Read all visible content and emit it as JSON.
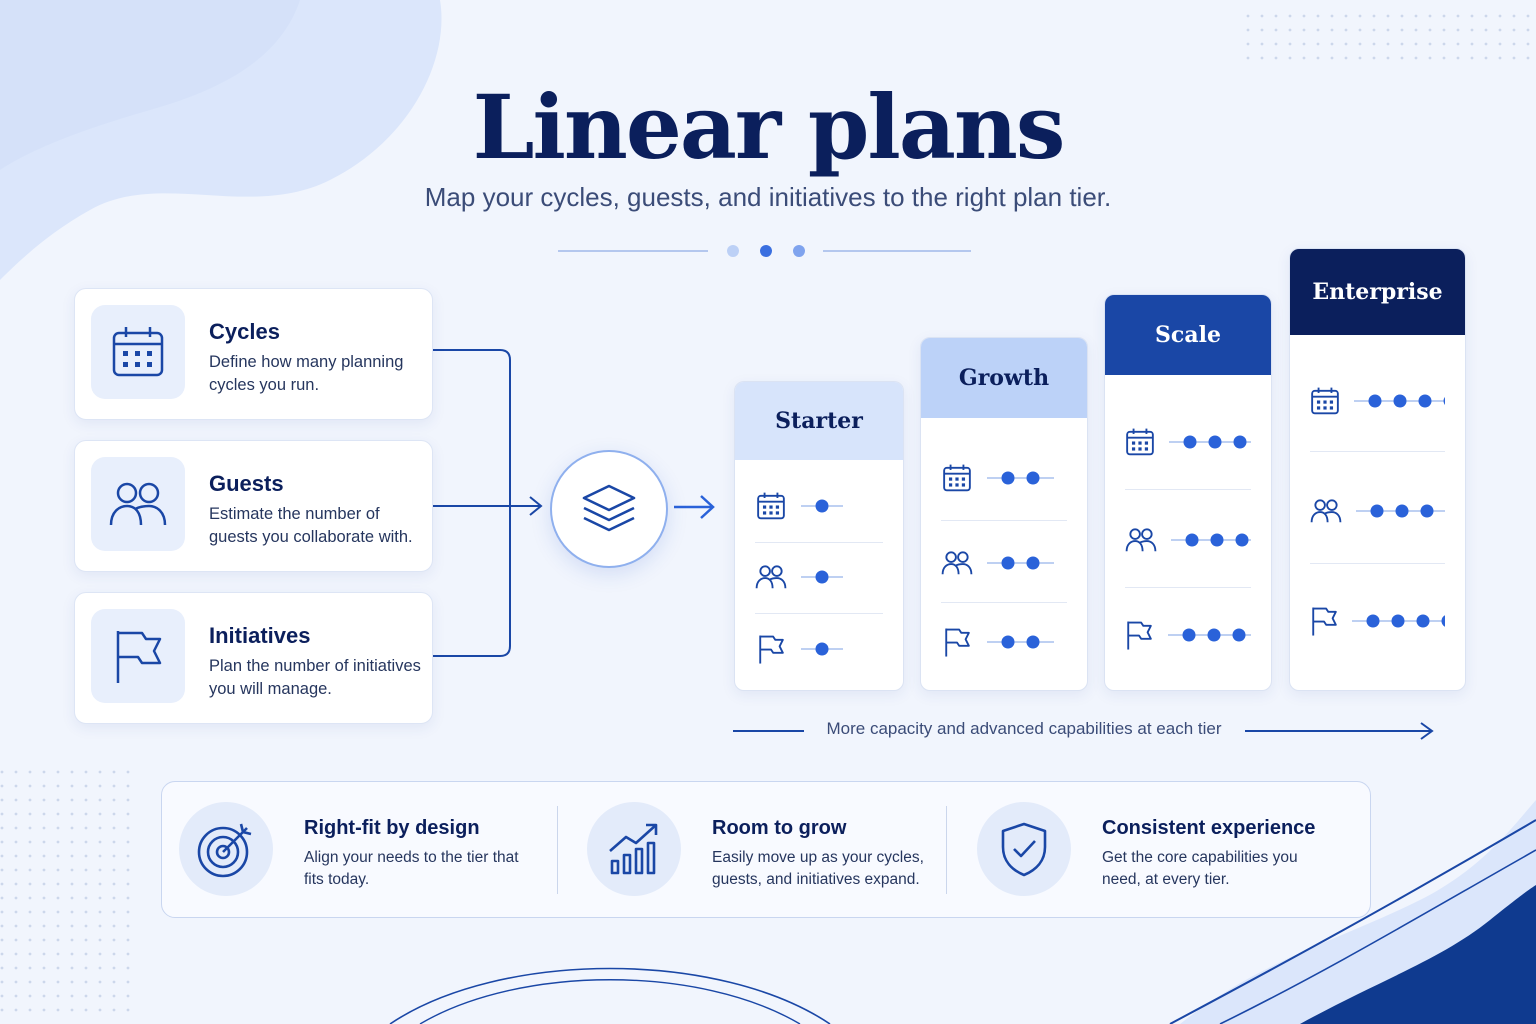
{
  "title": "Linear plans",
  "subtitle": "Map your cycles, guests, and initiatives to the right plan tier.",
  "inputs": [
    {
      "icon": "calendar-icon",
      "title": "Cycles",
      "description": "Define how many planning cycles you run."
    },
    {
      "icon": "people-icon",
      "title": "Guests",
      "description": "Estimate the number of guests you collaborate with."
    },
    {
      "icon": "flag-icon",
      "title": "Initiatives",
      "description": "Plan the number of initiatives you will manage."
    }
  ],
  "hub_icon": "layers-icon",
  "plans": [
    {
      "name": "Starter",
      "level": 1,
      "header_bg": "#d7e4fb",
      "header_fg": "#0b1f5c"
    },
    {
      "name": "Growth",
      "level": 2,
      "header_bg": "#bcd2f8",
      "header_fg": "#0b1f5c"
    },
    {
      "name": "Scale",
      "level": 3,
      "header_bg": "#1a47a6",
      "header_fg": "#ffffff"
    },
    {
      "name": "Enterprise",
      "level": 4,
      "header_bg": "#0b1f5c",
      "header_fg": "#ffffff"
    }
  ],
  "capability_note": "More capacity and advanced capabilities at each tier",
  "benefits": [
    {
      "icon": "target-icon",
      "title": "Right-fit by design",
      "description": "Align your needs to the tier that fits today."
    },
    {
      "icon": "growth-chart-icon",
      "title": "Room to grow",
      "description": "Easily move up as your cycles, guests, and initiatives expand."
    },
    {
      "icon": "shield-check-icon",
      "title": "Consistent experience",
      "description": "Get the core capabilities you need, at every tier."
    }
  ],
  "colors": {
    "accent": "#2a62d9",
    "navy": "#0b1f5c",
    "background": "#f1f5fd"
  }
}
